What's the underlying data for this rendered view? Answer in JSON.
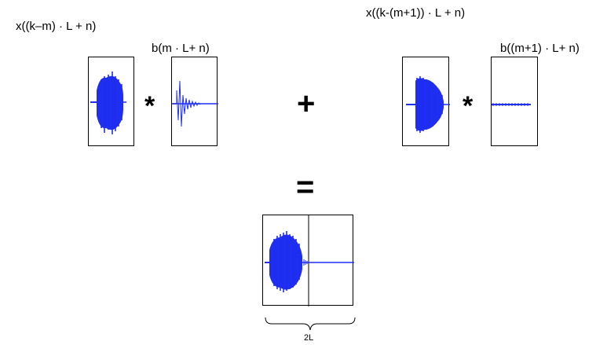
{
  "labels": {
    "x_left": "x((k–m) · L + n)",
    "b_left": "b(m · L+ n)",
    "x_right": "x((k-(m+1)) · L + n)",
    "b_right": "b((m+1)  · L+ n)",
    "brace": "2L"
  },
  "operators": {
    "convolve_left": "*",
    "plus": "+",
    "convolve_right": "*",
    "equals": "="
  },
  "colors": {
    "waveform": "#1f2ef0",
    "frame": "#000000"
  }
}
